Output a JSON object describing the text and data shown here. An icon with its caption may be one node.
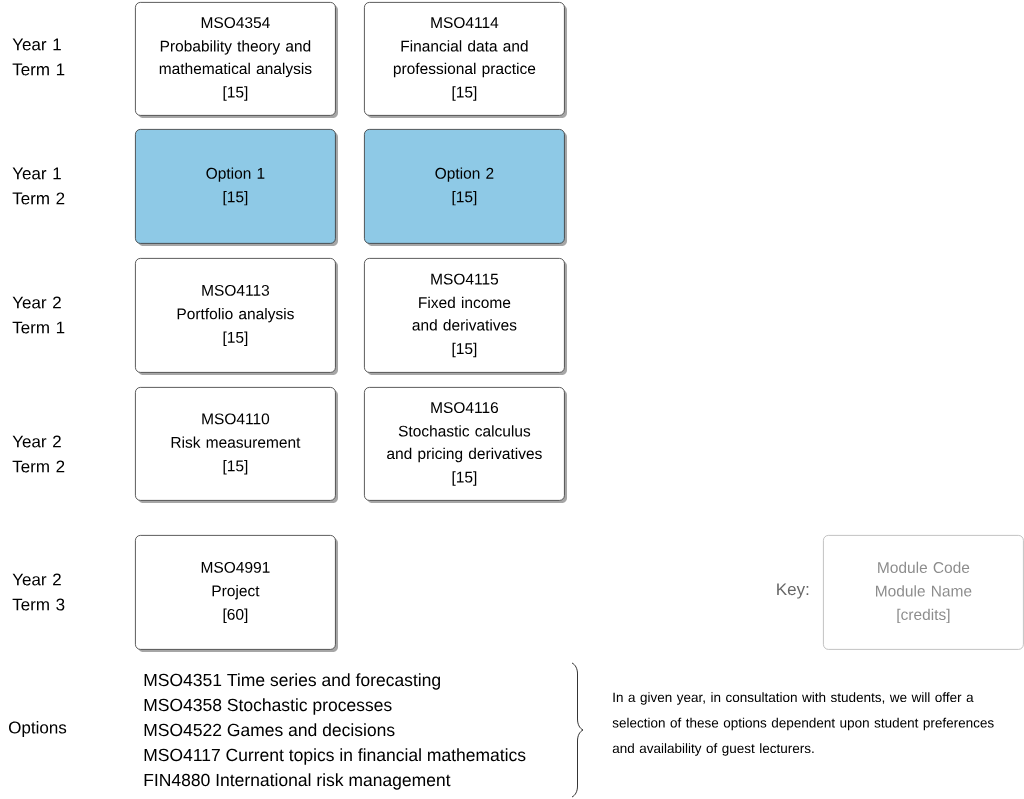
{
  "diagram": {
    "nodes": [
      {
        "text": [
          "MSO4354",
          "Probability theory and mathematical analysis",
          "[15]"
        ]
      },
      {
        "text": [
          "MSO4114",
          "Financial data and professional practice",
          "[15]"
        ]
      },
      {
        "text": [
          "Option 1",
          "[15]"
        ]
      },
      {
        "text": [
          "Option 2",
          "[15]"
        ]
      },
      {
        "text": [
          "MSO4113",
          "Portfolio analysis",
          "[15]"
        ]
      },
      {
        "text": [
          "MSO4115",
          "Fixed income and derivatives",
          "[15]"
        ]
      },
      {
        "text": [
          "MSO4110",
          "Risk measurement",
          "[15]"
        ]
      },
      {
        "text": [
          "MSO4116",
          "Stochastic calculus and pricing derivatives",
          "[15]"
        ]
      },
      {
        "text": [
          "MSO4991",
          "Project",
          "[60]"
        ]
      },
      {
        "text": [
          "Module Code",
          "Module Name",
          "[credits]"
        ]
      }
    ],
    "labels": [
      "Year 1 Term 1",
      "Year 1 Term 2",
      "Year 2 Term 1",
      "Year 2 Term 2",
      "Year 2 Term 3",
      "Key:",
      "Options",
      "MSO4351 Time series and forecasting",
      "MSO4358 Stochastic processes",
      "MSO4522 Games and decisions",
      "MSO4117 Current topics in financial mathematics",
      "FIN4880 International risk management",
      "In a given year, in consultation with students, we will offer a selection of these options dependent upon student preferences and availability of guest lecturers."
    ]
  }
}
